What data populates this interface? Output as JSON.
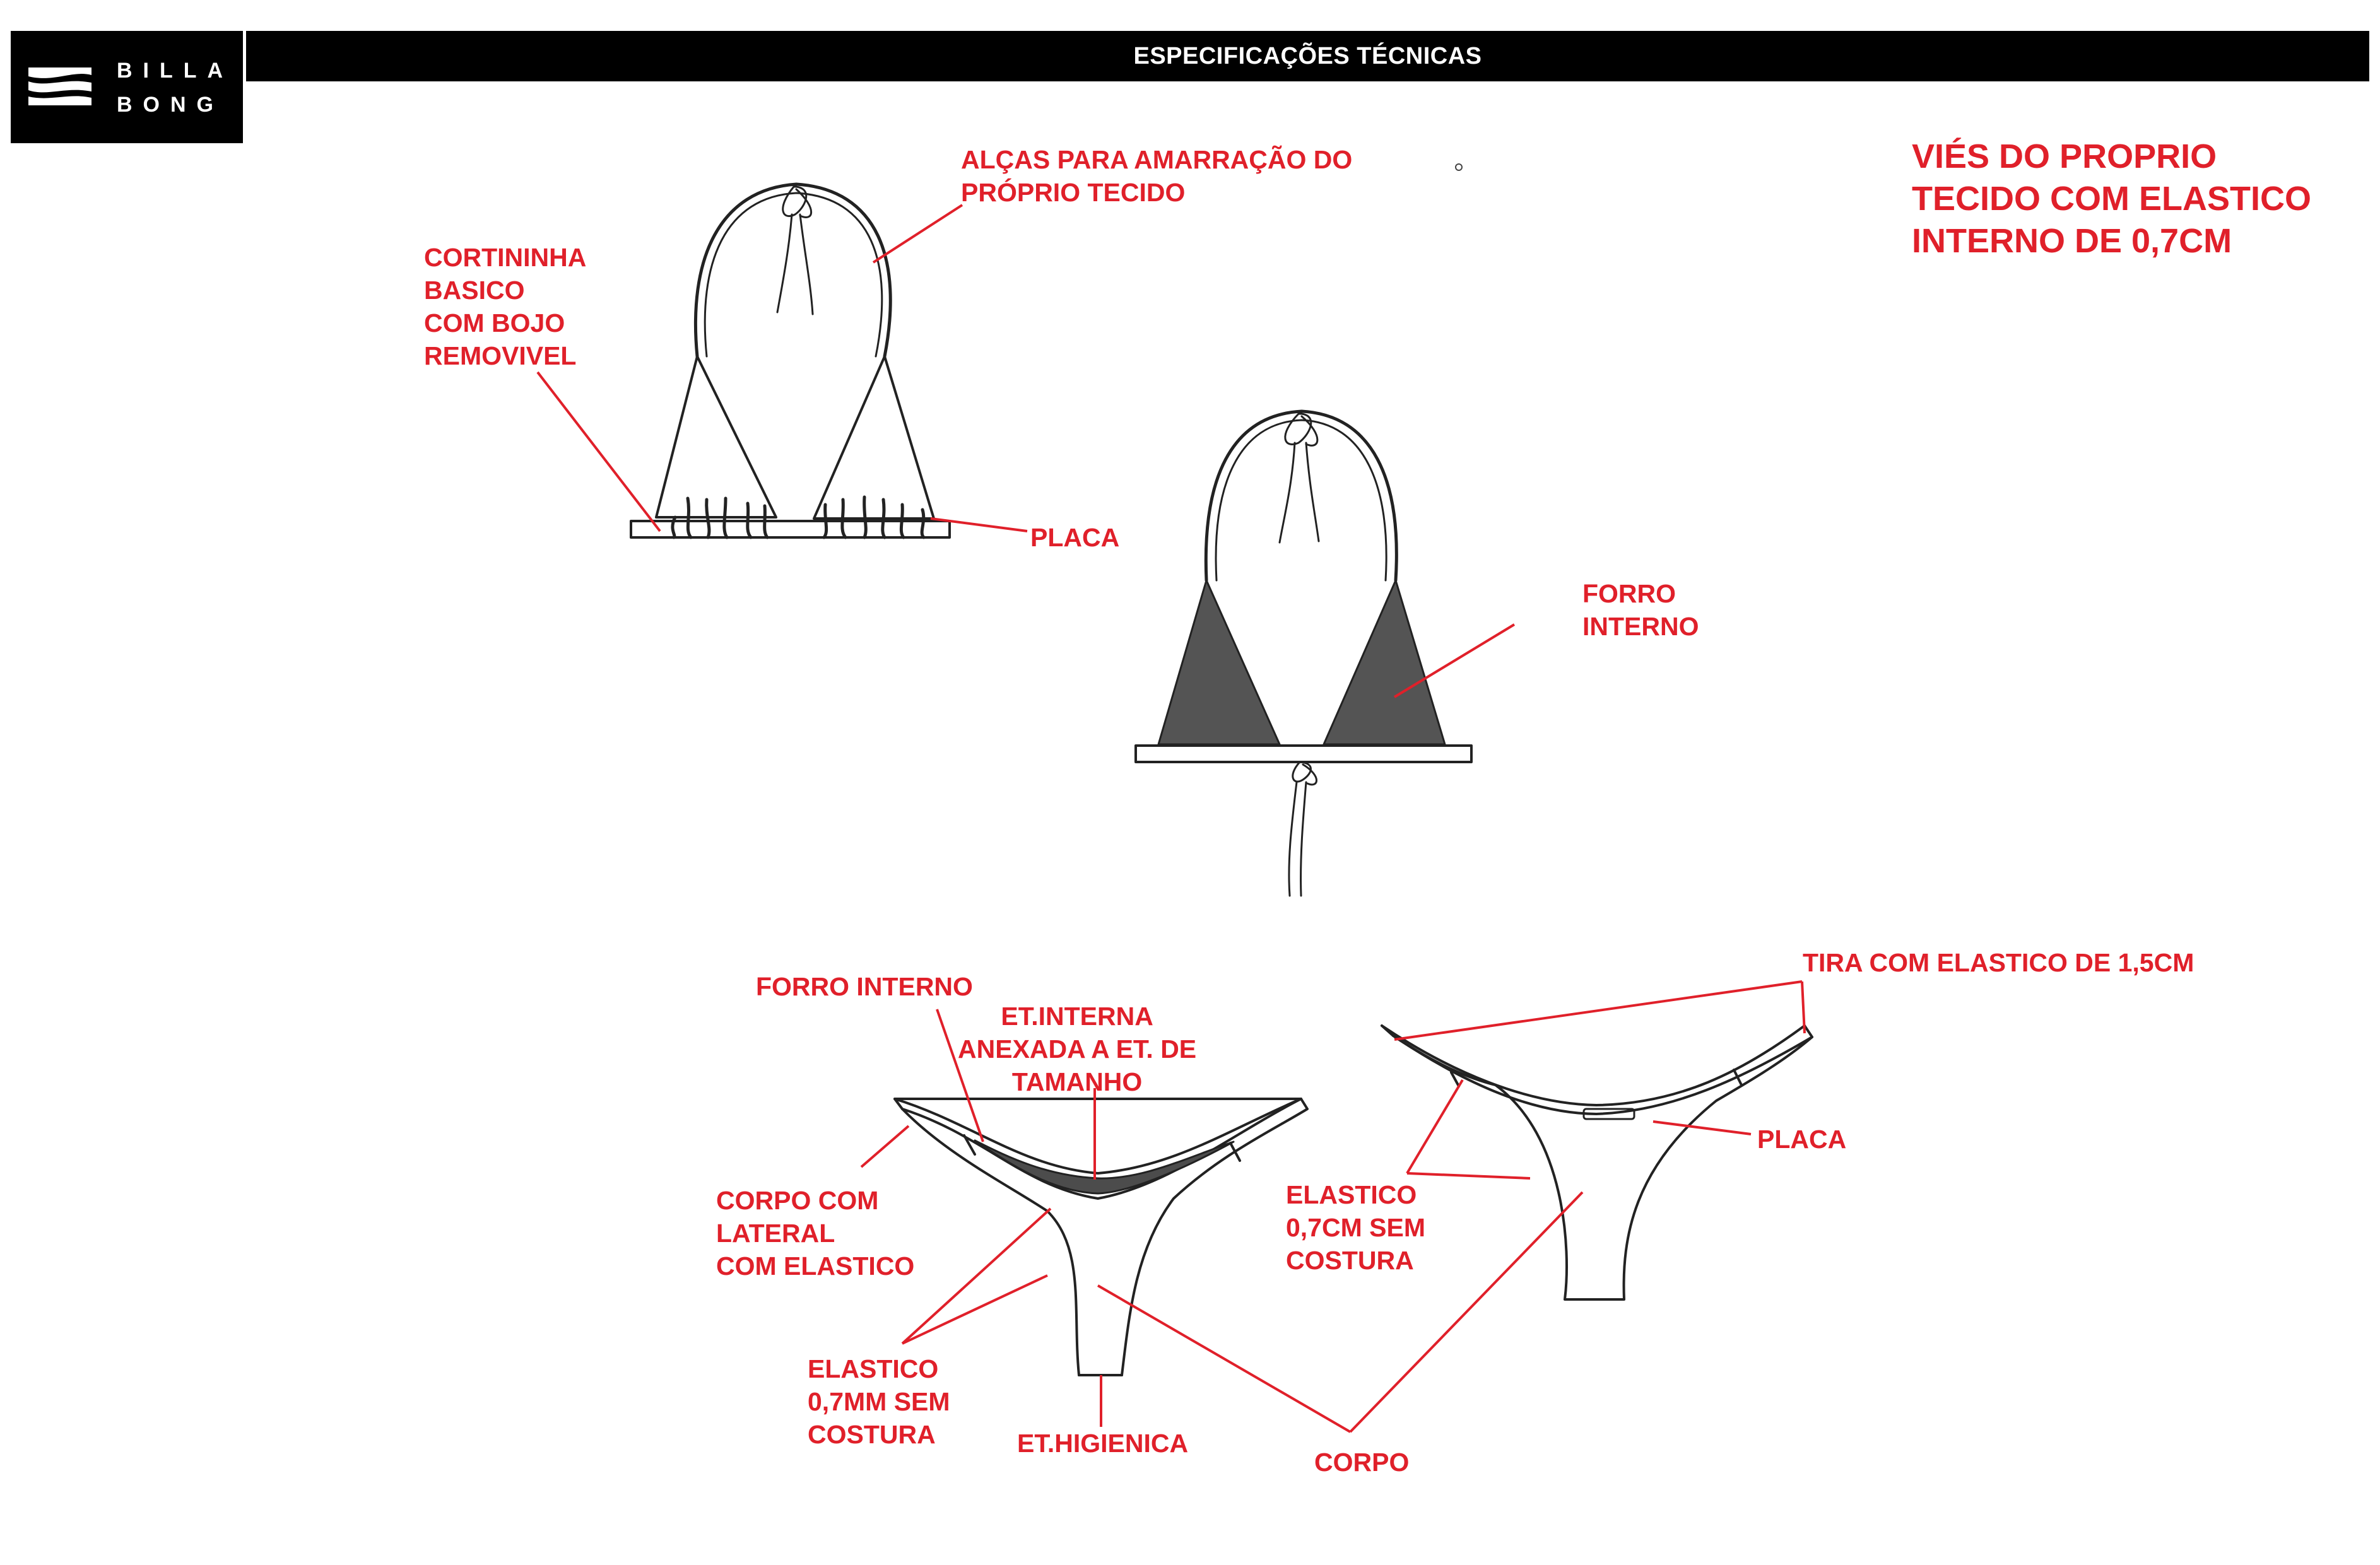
{
  "brand": {
    "line1": "BILLA",
    "line2": "BONG"
  },
  "header": {
    "title": "ESPECIFICAÇÕES TÉCNICAS"
  },
  "colors": {
    "annotation": "#e0202a",
    "lining": "#545454",
    "outline": "#222222",
    "header_bg": "#000000"
  },
  "annotations": {
    "alcas": [
      "ALÇAS PARA AMARRAÇÃO DO",
      "PRÓPRIO TECIDO"
    ],
    "vies": [
      "VIÉS DO PROPRIO",
      "TECIDO COM ELASTICO",
      "INTERNO DE  0,7CM"
    ],
    "cortininha": [
      "CORTININHA",
      "BASICO",
      "COM BOJO",
      "REMOVIVEL"
    ],
    "placa_top": "PLACA",
    "forro_top": [
      "FORRO",
      "INTERNO"
    ],
    "forro_bottom": "FORRO INTERNO",
    "et_interna": [
      "ET.INTERNA",
      "ANEXADA A ET. DE",
      "TAMANHO"
    ],
    "tira": "TIRA COM ELASTICO DE 1,5CM",
    "corpo_lateral": [
      "CORPO COM",
      "LATERAL",
      "COM ELASTICO"
    ],
    "placa_bottom": "PLACA",
    "elastico_back": [
      "ELASTICO",
      "0,7CM SEM",
      "COSTURA"
    ],
    "elastico_front": [
      "ELASTICO",
      "0,7MM SEM",
      "COSTURA"
    ],
    "et_higienica": "ET.HIGIENICA",
    "corpo": "CORPO"
  }
}
